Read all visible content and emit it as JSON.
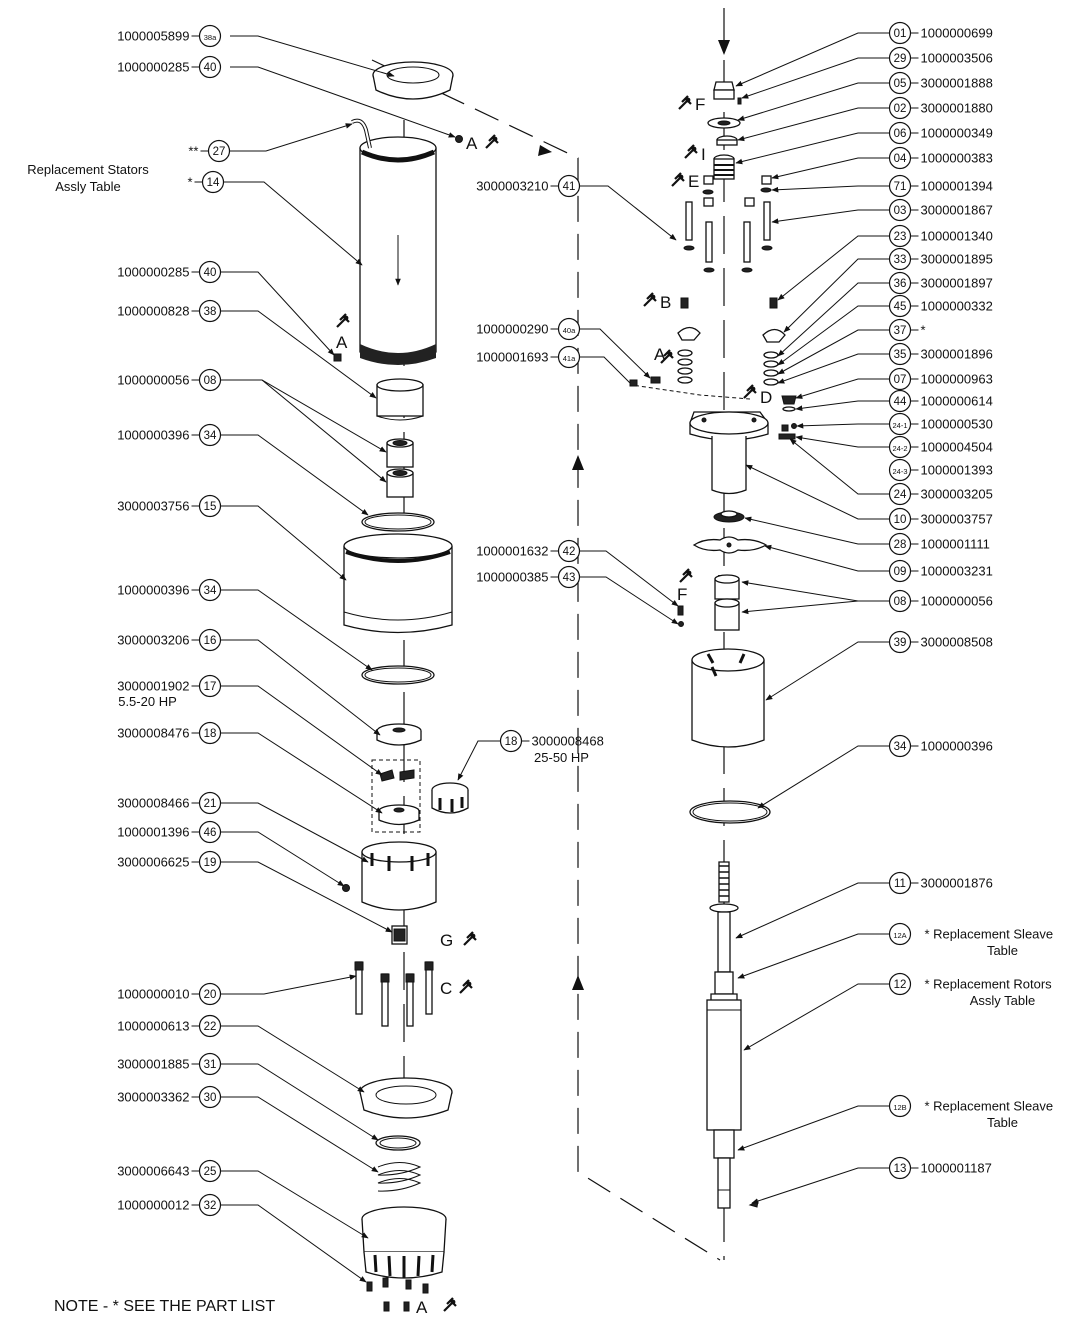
{
  "callouts": [
    {
      "id": "38a",
      "pn": "1000005899",
      "side": "L"
    },
    {
      "id": "40",
      "pn": "1000000285",
      "side": "L"
    },
    {
      "id": "27",
      "pn": "**",
      "side": "L"
    },
    {
      "id": "14",
      "pn": "*",
      "side": "L"
    },
    {
      "id": "40",
      "pn": "1000000285",
      "side": "L"
    },
    {
      "id": "38",
      "pn": "1000000828",
      "side": "L"
    },
    {
      "id": "08",
      "pn": "1000000056",
      "side": "L"
    },
    {
      "id": "34",
      "pn": "1000000396",
      "side": "L"
    },
    {
      "id": "15",
      "pn": "3000003756",
      "side": "L"
    },
    {
      "id": "34",
      "pn": "1000000396",
      "side": "L"
    },
    {
      "id": "16",
      "pn": "3000003206",
      "side": "L"
    },
    {
      "id": "17",
      "pn": "3000001902",
      "side": "L",
      "sub": "5.5-20 HP"
    },
    {
      "id": "18",
      "pn": "3000008476",
      "side": "L"
    },
    {
      "id": "21",
      "pn": "3000008466",
      "side": "L"
    },
    {
      "id": "46",
      "pn": "1000001396",
      "side": "L"
    },
    {
      "id": "19",
      "pn": "3000006625",
      "side": "L"
    },
    {
      "id": "20",
      "pn": "1000000010",
      "side": "L"
    },
    {
      "id": "22",
      "pn": "1000000613",
      "side": "L"
    },
    {
      "id": "31",
      "pn": "3000001885",
      "side": "L"
    },
    {
      "id": "30",
      "pn": "3000003362",
      "side": "L"
    },
    {
      "id": "25",
      "pn": "3000006643",
      "side": "L"
    },
    {
      "id": "32",
      "pn": "1000000012",
      "side": "L"
    },
    {
      "id": "41",
      "pn": "3000003210",
      "side": "L"
    },
    {
      "id": "40a",
      "pn": "1000000290",
      "side": "L"
    },
    {
      "id": "41a",
      "pn": "1000001693",
      "side": "L"
    },
    {
      "id": "42",
      "pn": "1000001632",
      "side": "L"
    },
    {
      "id": "43",
      "pn": "1000000385",
      "side": "L"
    },
    {
      "id": "18",
      "pn": "3000008468",
      "side": "R",
      "sub": "25-50 HP"
    },
    {
      "id": "01",
      "pn": "1000000699",
      "side": "R"
    },
    {
      "id": "29",
      "pn": "1000003506",
      "side": "R"
    },
    {
      "id": "05",
      "pn": "3000001888",
      "side": "R"
    },
    {
      "id": "02",
      "pn": "3000001880",
      "side": "R"
    },
    {
      "id": "06",
      "pn": "1000000349",
      "side": "R"
    },
    {
      "id": "04",
      "pn": "1000000383",
      "side": "R"
    },
    {
      "id": "71",
      "pn": "1000001394",
      "side": "R"
    },
    {
      "id": "03",
      "pn": "3000001867",
      "side": "R"
    },
    {
      "id": "23",
      "pn": "1000001340",
      "side": "R"
    },
    {
      "id": "33",
      "pn": "3000001895",
      "side": "R"
    },
    {
      "id": "36",
      "pn": "3000001897",
      "side": "R"
    },
    {
      "id": "45",
      "pn": "1000000332",
      "side": "R"
    },
    {
      "id": "37",
      "pn": "*",
      "side": "R"
    },
    {
      "id": "35",
      "pn": "3000001896",
      "side": "R"
    },
    {
      "id": "07",
      "pn": "1000000963",
      "side": "R"
    },
    {
      "id": "44",
      "pn": "1000000614",
      "side": "R"
    },
    {
      "id": "24-1",
      "pn": "1000000530",
      "side": "R"
    },
    {
      "id": "24-2",
      "pn": "1000004504",
      "side": "R"
    },
    {
      "id": "24-3",
      "pn": "1000001393",
      "side": "R"
    },
    {
      "id": "24",
      "pn": "3000003205",
      "side": "R"
    },
    {
      "id": "10",
      "pn": "3000003757",
      "side": "R"
    },
    {
      "id": "28",
      "pn": "1000001111",
      "side": "R"
    },
    {
      "id": "09",
      "pn": "1000003231",
      "side": "R"
    },
    {
      "id": "08",
      "pn": "1000000056",
      "side": "R"
    },
    {
      "id": "39",
      "pn": "3000008508",
      "side": "R"
    },
    {
      "id": "34",
      "pn": "1000000396",
      "side": "R"
    },
    {
      "id": "11",
      "pn": "3000001876",
      "side": "R"
    },
    {
      "id": "12A",
      "pn": "* Replacement Sleave",
      "side": "R",
      "sub": "Table"
    },
    {
      "id": "12",
      "pn": "* Replacement Rotors",
      "side": "R",
      "sub": "Assly Table"
    },
    {
      "id": "12B",
      "pn": "* Replacement Sleave",
      "side": "R",
      "sub": "Table"
    },
    {
      "id": "13",
      "pn": "1000001187",
      "side": "R"
    }
  ],
  "stator_note": {
    "line1": "Replacement Stators",
    "line2": "Assly Table"
  },
  "tool_marks": [
    "A",
    "A",
    "A",
    "A",
    "B",
    "C",
    "D",
    "E",
    "F",
    "F",
    "G",
    "I"
  ],
  "footer_note": "NOTE - * SEE THE PART LIST"
}
